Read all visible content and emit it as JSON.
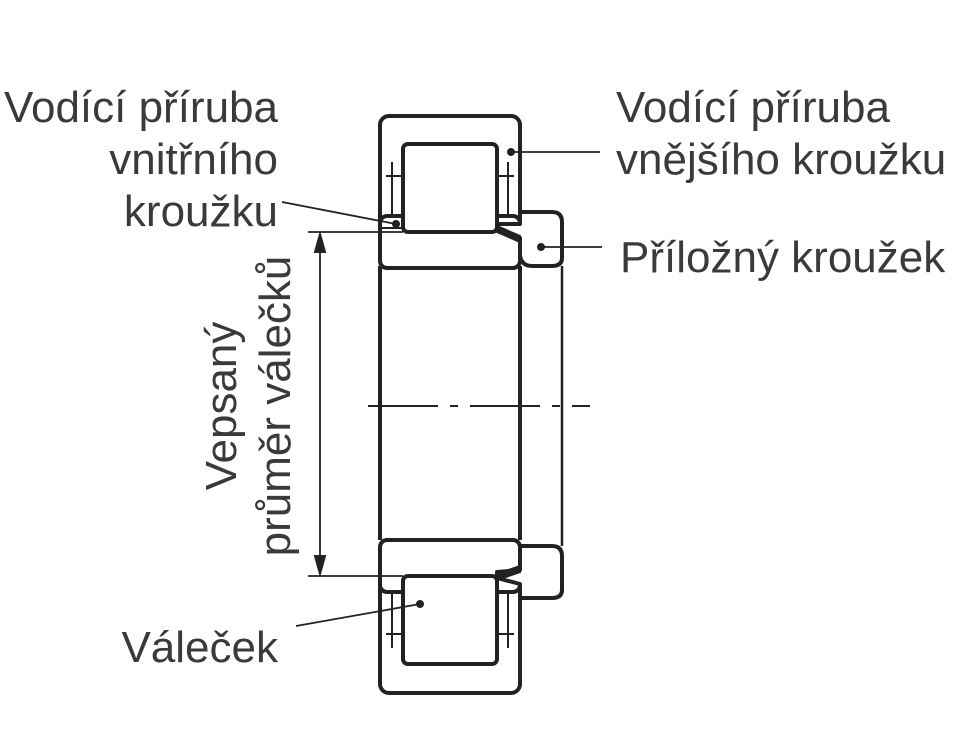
{
  "labels": {
    "inner_flange_line1": "Vodící příruba",
    "inner_flange_line2": "vnitřního",
    "inner_flange_line3": "kroužku",
    "outer_flange_line1": "Vodící příruba",
    "outer_flange_line2": "vnějšího kroužku",
    "thrust_collar": "Příložný kroužek",
    "roller_set_dia_line1": "Vepsaný",
    "roller_set_dia_line2": "průměr válečků",
    "roller": "Váleček"
  }
}
